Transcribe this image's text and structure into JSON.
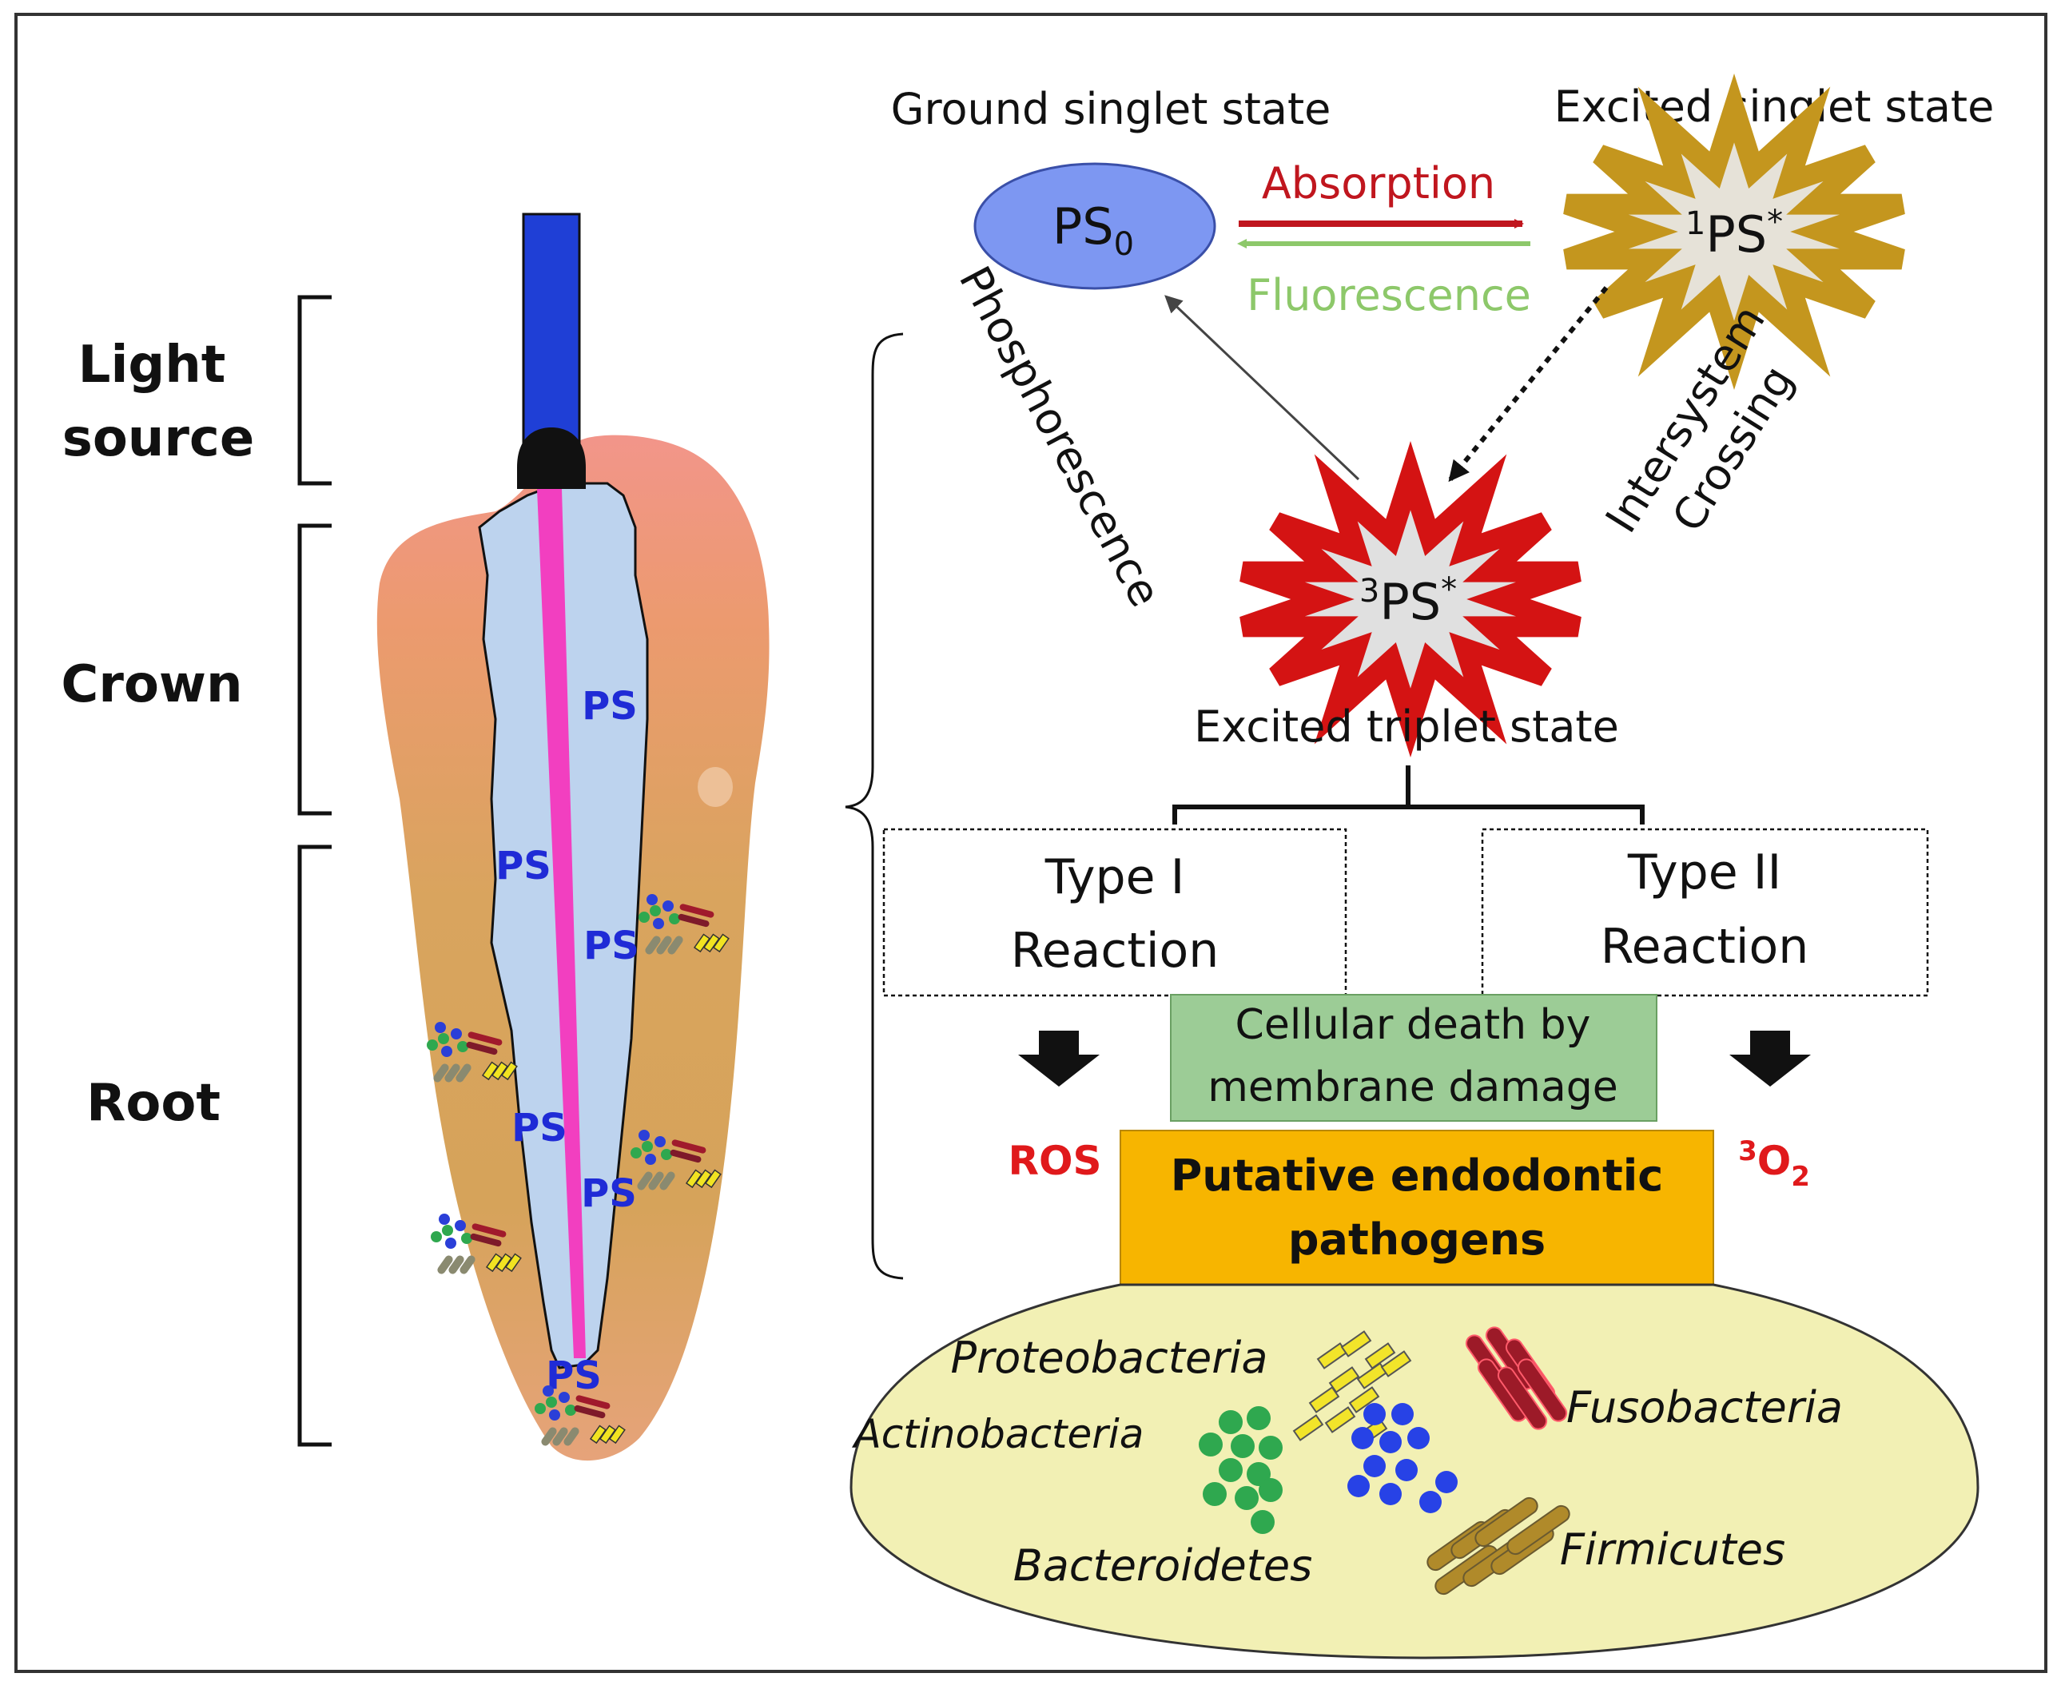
{
  "colors": {
    "absorption": "#c0161e",
    "fluorescence": "#8dc86a",
    "ps_red": "#e0191b",
    "light_blue": "#1f3fd6",
    "fiber_pink": "#f23fc0",
    "canal_blue": "#bdd3ee",
    "ground_ellipse": "#7d97f2",
    "singlet_star": "#c4961e",
    "triplet_star": "#d41313",
    "green_box": "#9ccc96",
    "orange_box": "#f7b500",
    "yellow_ellipse": "#f2f0b4"
  },
  "tooth": {
    "labels": {
      "light_source_line1": "Light",
      "light_source_line2": "source",
      "crown": "Crown",
      "root": "Root"
    },
    "ps_label": "PS"
  },
  "jablonski": {
    "ground_title": "Ground singlet state",
    "ground_node_base": "PS",
    "ground_node_sub": "0",
    "excited_singlet_title": "Excited singlet state",
    "singlet_node_sup": "1",
    "singlet_node_base": "PS",
    "singlet_node_star": "*",
    "absorption": "Absorption",
    "fluorescence": "Fluorescence",
    "phosphorescence": "Phosphorescence",
    "isc_line1": "Intersystem",
    "isc_line2": "Crossing",
    "triplet_node_sup": "3",
    "triplet_node_base": "PS",
    "triplet_node_star": "*",
    "triplet_title": "Excited triplet state"
  },
  "reactions": {
    "type1_line1": "Type I",
    "type1_line2": "Reaction",
    "type2_line1": "Type II",
    "type2_line2": "Reaction",
    "cell_death_line1": "Cellular death by",
    "cell_death_line2": "membrane damage",
    "ros": "ROS",
    "o2_sup": "3",
    "o2_base": "O",
    "o2_sub": "2",
    "pathogens_line1": "Putative endodontic",
    "pathogens_line2": "pathogens"
  },
  "bacteria": {
    "proteobacteria": "Proteobacteria",
    "actinobacteria": "Actinobacteria",
    "bacteroidetes": "Bacteroidetes",
    "fusobacteria": "Fusobacteria",
    "firmicutes": "Firmicutes"
  }
}
